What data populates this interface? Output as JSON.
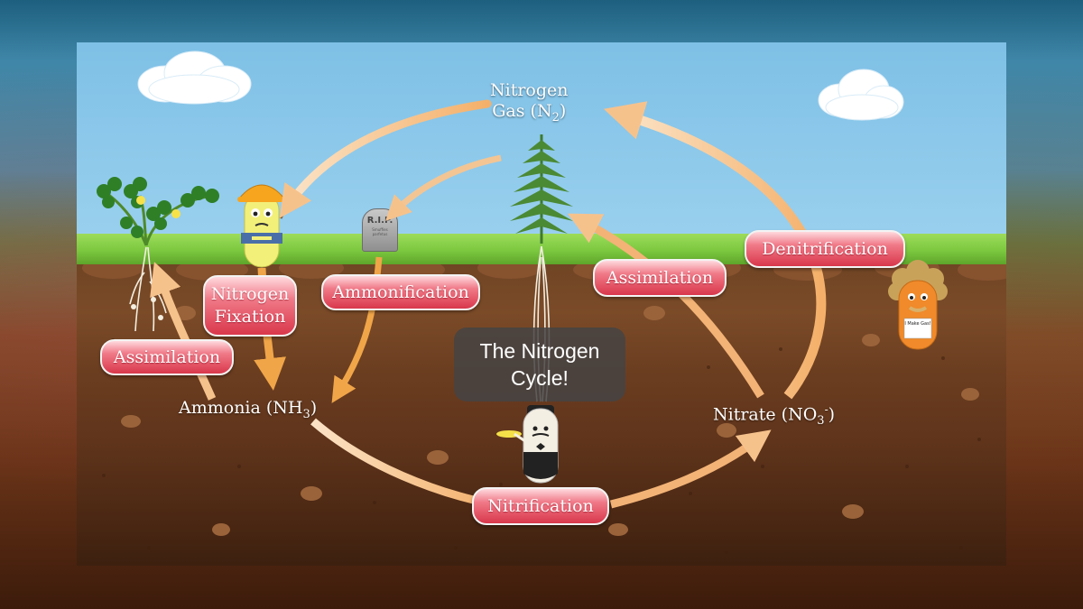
{
  "diagram": {
    "title_line1": "The Nitrogen",
    "title_line2": "Cycle!",
    "nodes": {
      "nitrogen_gas_line1": "Nitrogen",
      "nitrogen_gas_line2": "Gas (N",
      "nitrogen_gas_sub": "2",
      "nitrogen_gas_end": ")",
      "ammonia": "Ammonia (NH",
      "ammonia_sub": "3",
      "ammonia_end": ")",
      "nitrate": "Nitrate (NO",
      "nitrate_sub": "3",
      "nitrate_sup": "-",
      "nitrate_end": ")"
    },
    "processes": {
      "nitrogen_fixation_line1": "Nitrogen",
      "nitrogen_fixation_line2": "Fixation",
      "ammonification": "Ammonification",
      "assimilation_left": "Assimilation",
      "assimilation_right": "Assimilation",
      "denitrification": "Denitrification",
      "nitrification": "Nitrification"
    },
    "props": {
      "tombstone_text": "R.I.P.",
      "tombstone_subtext": "Smuffies parfetus",
      "sign_text": "I Make Gas!"
    },
    "colors": {
      "arrow": "#f6c28c",
      "arrow_dark": "#f0a548",
      "pill": "#e04b5e",
      "sky": "#8dcbed",
      "grass": "#7cc83f",
      "soil": "#6b3d20"
    }
  }
}
